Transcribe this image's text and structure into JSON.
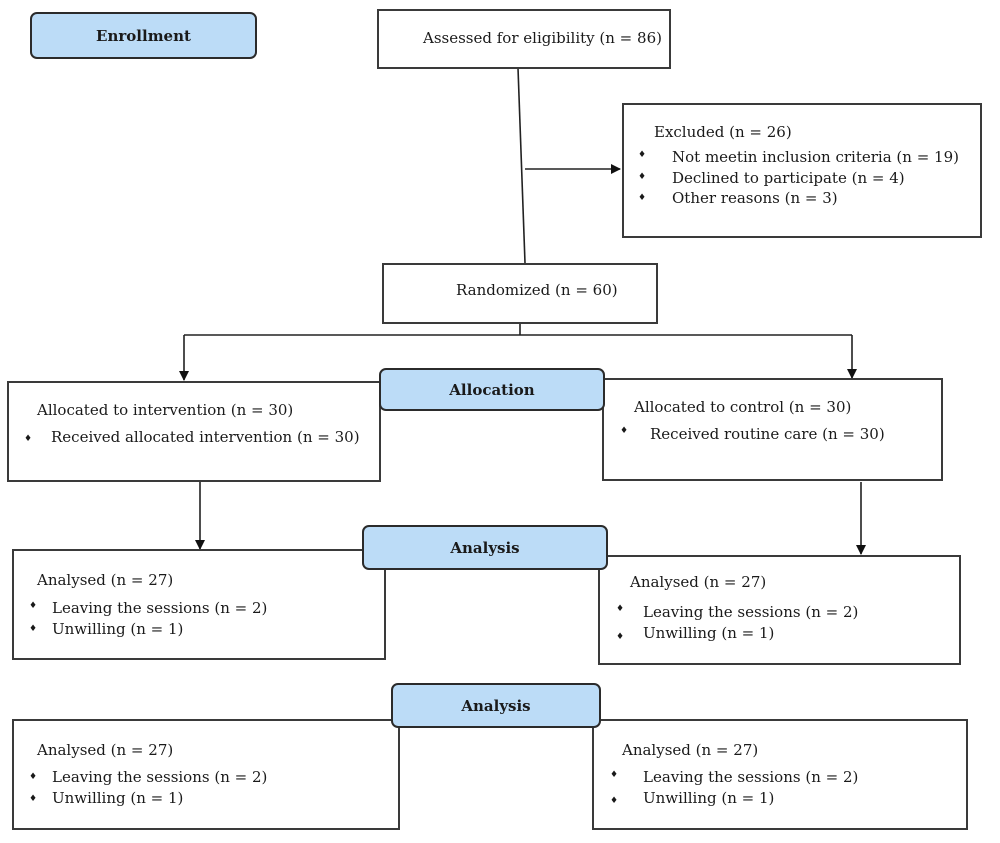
{
  "stages": {
    "enrollment": "Enrollment",
    "allocation": "Allocation",
    "analysis_1": "Analysis",
    "analysis_2": "Analysis"
  },
  "assessed": {
    "text": "Assessed for eligibility (n = 86)"
  },
  "excluded": {
    "title": "Excluded (n = 26)",
    "items": [
      "Not meetin inclusion criteria (n = 19)",
      "Declined to participate (n = 4)",
      "Other reasons (n = 3)"
    ]
  },
  "randomized": {
    "text": "Randomized (n = 60)"
  },
  "alloc_intervention": {
    "title": "Allocated to intervention (n = 30)",
    "items": [
      "Received allocated intervention (n = 30)"
    ]
  },
  "alloc_control": {
    "title": "Allocated to control  (n = 30)",
    "items": [
      "Received routine care (n = 30)"
    ]
  },
  "analysis1_left": {
    "title": "Analysed (n = 27)",
    "items": [
      "Leaving the sessions (n = 2)",
      "Unwilling (n = 1)"
    ]
  },
  "analysis1_right": {
    "title": "Analysed (n = 27)",
    "items": [
      "Leaving the sessions (n = 2)",
      "Unwilling (n = 1)"
    ]
  },
  "analysis2_left": {
    "title": "Analysed (n = 27)",
    "items": [
      "Leaving the sessions (n = 2)",
      "Unwilling (n = 1)"
    ]
  },
  "analysis2_right": {
    "title": "Analysed (n = 27)",
    "items": [
      "Leaving the sessions (n = 2)",
      "Unwilling (n = 1)"
    ]
  },
  "bullet_glyph": "♦"
}
